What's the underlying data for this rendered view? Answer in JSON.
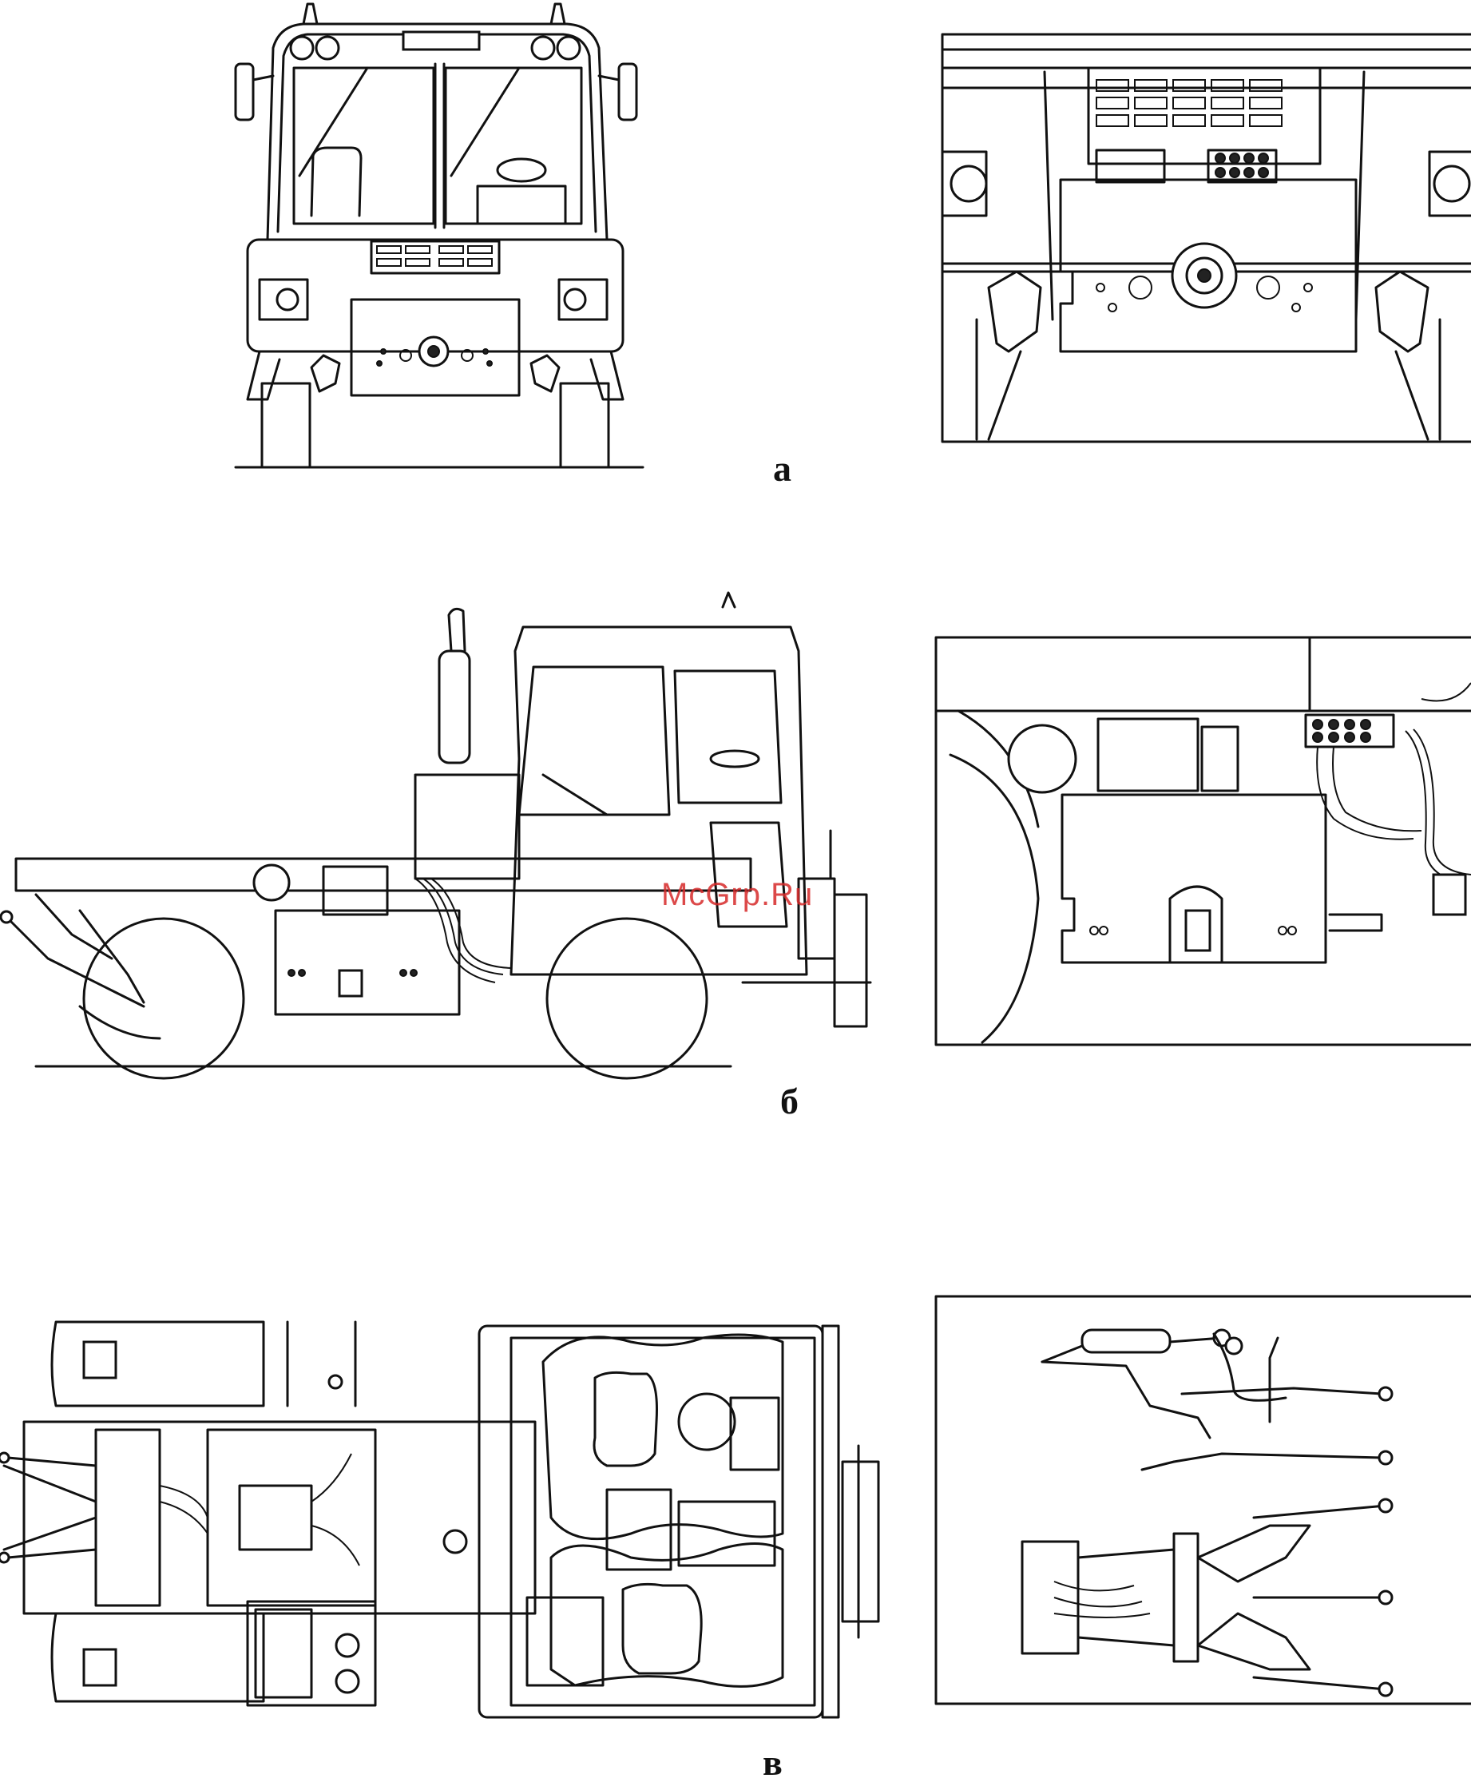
{
  "figure": {
    "views": [
      {
        "id": "front",
        "label": "а"
      },
      {
        "id": "side",
        "label": "б"
      },
      {
        "id": "top",
        "label": "в"
      }
    ],
    "watermark": "McGrp.Ru",
    "line_color": "#111111",
    "watermark_color": "#d72a2a"
  }
}
